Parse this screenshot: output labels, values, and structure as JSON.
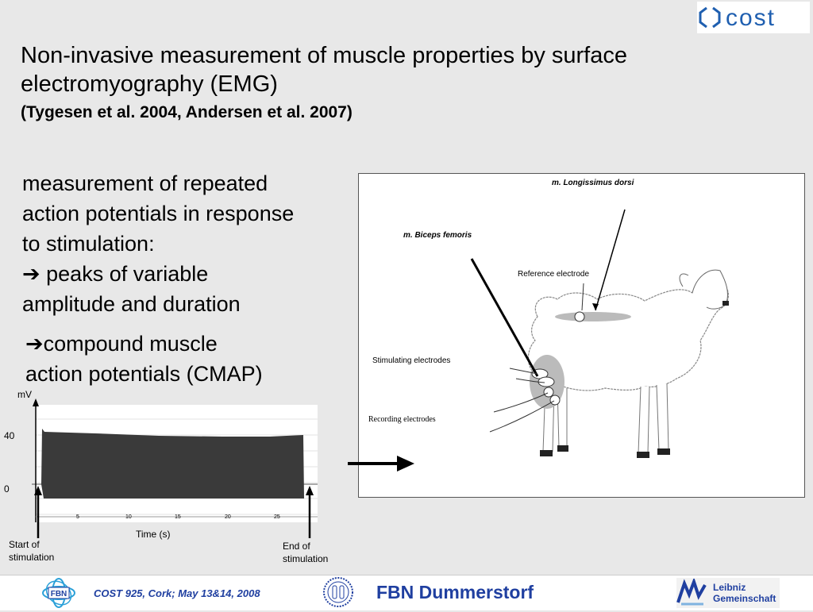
{
  "slide": {
    "title_line1": "Non-invasive measurement of muscle properties by surface",
    "title_line2": "electromyography (EMG)",
    "citation": "(Tygesen et al. 2004, Andersen et al. 2007)",
    "para1_line1": "measurement of repeated",
    "para1_line2": "action potentials in response",
    "para1_line3": "to stimulation:",
    "para1_line4": "peaks of variable",
    "para1_line5": "amplitude and duration",
    "para2_line1": "compound muscle",
    "para2_line2": "action potentials (CMAP)",
    "arrow_glyph": "➔"
  },
  "logo": {
    "cost_text": "cost",
    "cost_icon": "cost-logo-icon"
  },
  "figure": {
    "label_longissimus": "m. Longissimus dorsi",
    "label_biceps": "m. Biceps femoris",
    "label_reference": "Reference electrode",
    "label_stimulating": "Stimulating  electrodes",
    "label_recording": "Recording electrodes"
  },
  "emg": {
    "unit": "mV",
    "y_ticks": [
      "40",
      "0"
    ],
    "x_ticks": [
      "5",
      "10",
      "15",
      "20",
      "25"
    ],
    "xlabel": "Time (s)",
    "start_label_1": "Start of",
    "start_label_2": "stimulation",
    "end_label_1": "End of",
    "end_label_2": "stimulation"
  },
  "footer": {
    "left_text": "COST 925, Cork; May 13&14, 2008",
    "center_text": "FBN Dummerstorf",
    "fbn_logo_text": "FBN",
    "leibniz_line1": "Leibniz",
    "leibniz_line2": "Gemeinschaft",
    "brand_color": "#1f3fa0"
  }
}
